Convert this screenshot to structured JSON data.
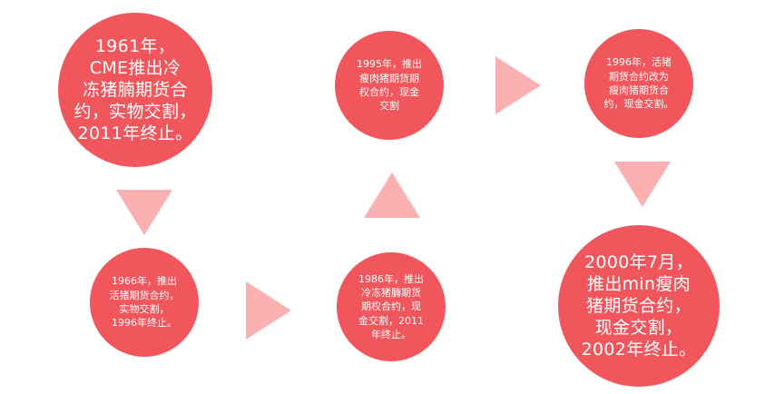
{
  "colors": {
    "node_fill": "#f2565d",
    "arrow_fill": "#fbb1b1",
    "text": "#ffffff"
  },
  "nodes": [
    {
      "id": "1961",
      "text": "1961年，\nCME推出冷\n冻猪腩期货合\n约，实物交割，\n2011年终止。"
    },
    {
      "id": "1966",
      "text": "1966年，推出\n活猪期货合约，\n实物交割，\n1996年终止。"
    },
    {
      "id": "1986",
      "text": "1986年，推出\n冷冻猪腩期货\n期权合约，现\n金交割，2011\n年终止。"
    },
    {
      "id": "1995",
      "text": "1995年，推出\n瘦肉猪期货期\n权合约，现金\n交割"
    },
    {
      "id": "1996",
      "text": "1996年，活猪\n期货合约改为\n瘦肉猪期货合\n约，现金交割。"
    },
    {
      "id": "2000",
      "text": "2000年7月，\n推出min瘦肉\n猪期货合约，\n现金交割，\n2002年终止。"
    }
  ],
  "arrows": [
    {
      "id": "1961-to-1966",
      "direction": "down"
    },
    {
      "id": "1966-to-1986",
      "direction": "right"
    },
    {
      "id": "1986-to-1995",
      "direction": "up"
    },
    {
      "id": "1995-to-1996",
      "direction": "right"
    },
    {
      "id": "1996-to-2000",
      "direction": "down"
    }
  ]
}
